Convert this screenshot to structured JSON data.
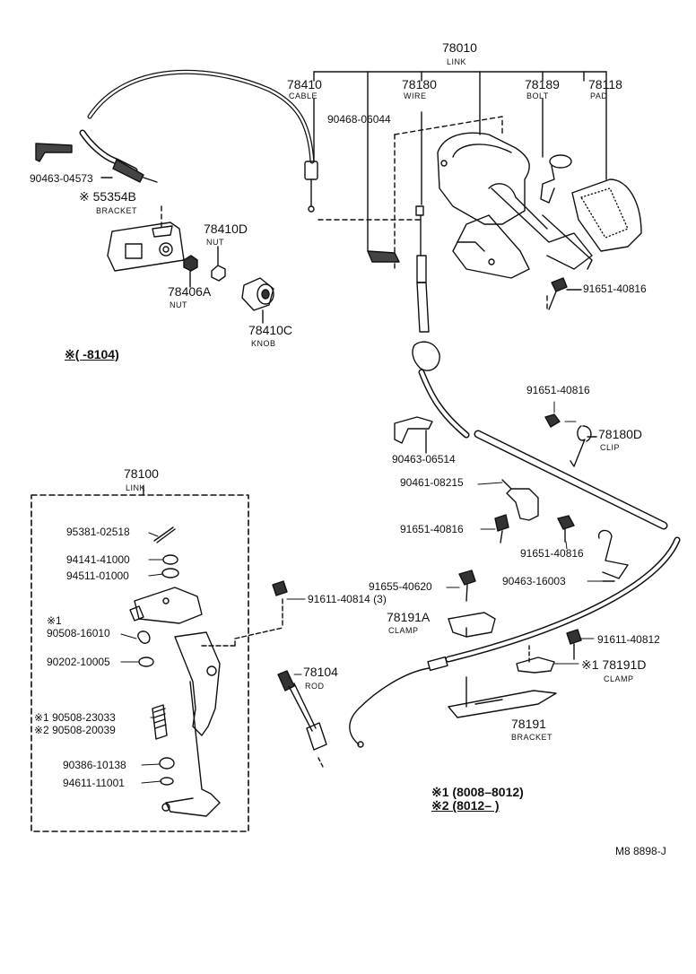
{
  "labels": {
    "p78010": "78010",
    "p78010_sub": "LINK",
    "p78410": "78410",
    "p78410_sub": "CABLE",
    "p78180": "78180",
    "p78180_sub": "WIRE",
    "p78189": "78189",
    "p78189_sub": "BOLT",
    "p78118": "78118",
    "p78118_sub": "PAD",
    "p90468": "90468-06044",
    "p90463_04573": "90463-04573",
    "p55354b": "※ 55354B",
    "p55354b_sub": "BRACKET",
    "p78410d": "78410D",
    "p78410d_sub": "NUT",
    "p78406a": "78406A",
    "p78406a_sub": "NUT",
    "p78410c": "78410C",
    "p78410c_sub": "KNOB",
    "note_8104": "※(      -8104)",
    "p91651_a": "91651-40816",
    "p91651_b": "91651-40816",
    "p78180d": "78180D",
    "p78180d_sub": "CLIP",
    "p90463_06514": "90463-06514",
    "p90461": "90461-08215",
    "p91651_c": "91651-40816",
    "p91651_d": "91651-40816",
    "p90463_16003": "90463-16003",
    "p78100": "78100",
    "p78100_sub": "LINK",
    "p95381": "95381-02518",
    "p94141": "94141-41000",
    "p94511": "94511-01000",
    "p91611_40814": "91611-40814 (3)",
    "p91655": "91655-40620",
    "p78191a": "78191A",
    "p78191a_sub": "CLAMP",
    "p91611_40812": "91611-40812",
    "star1": "※1",
    "p90508_16010": "90508-16010",
    "p90202": "90202-10005",
    "p78104": "78104",
    "p78104_sub": "ROD",
    "p78191d": "※1 78191D",
    "p78191d_sub": "CLAMP",
    "p90508_23033": "※1 90508-23033",
    "p90508_20039": "※2 90508-20039",
    "p78191": "78191",
    "p78191_sub": "BRACKET",
    "p90386": "90386-10138",
    "p94611": "94611-11001",
    "note1": "※1 (8008–8012)",
    "note2": "※2 (8012–      )",
    "code": "M8  8898-J"
  }
}
